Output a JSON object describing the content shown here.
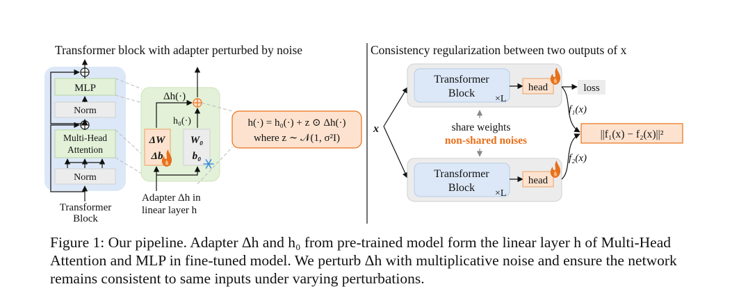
{
  "left_panel": {
    "title": "Transformer block with adapter perturbed by noise",
    "mlp": "MLP",
    "norm_top": "Norm",
    "mha_line1": "Multi-Head",
    "mha_line2": "Attention",
    "norm_bottom": "Norm",
    "block_label_line1": "Transformer",
    "block_label_line2": "Block",
    "adapter_out": "Δh(·)",
    "h0_out": "h₀(·)",
    "delta_w": "ΔW",
    "delta_b": "Δb",
    "w0": "W₀",
    "b0": "b₀",
    "adapter_caption_line1": "Adapter Δh in",
    "adapter_caption_line2": "linear layer h",
    "formula_line1": "h(·) = h₀(·) + z ⊙ Δh(·)",
    "formula_line2": "where z ∼ 𝒩(1, σ²I)"
  },
  "right_panel": {
    "title": "Consistency regularization between two outputs of x",
    "input_label": "x",
    "block_line1": "Transformer",
    "block_line2": "Block",
    "repeat": "×L",
    "head": "head",
    "loss": "loss",
    "share_weights": "share weights",
    "non_shared": "non-shared noises",
    "f1": "f₁(x)",
    "f2": "f₂(x)",
    "norm_expr": "||f₁(x) − f₂(x)||²"
  },
  "caption": {
    "text": "Figure 1: Our pipeline. Adapter Δh and h₀ from pre-trained model form the linear layer h of Multi-Head Attention and MLP in fine-tuned model. We perturb Δh with multiplicative noise and ensure the network remains consistent to same inputs under varying perturbations."
  },
  "colors": {
    "block_blue": "#dce8f7",
    "module_green": "#e3f1d8",
    "grey_box": "#ececec",
    "accent_orange": "#e8701a",
    "formula_fill": "#fde3cf"
  },
  "icons": [
    "flame-icon",
    "snowflake-icon",
    "plus-circle-icon"
  ]
}
